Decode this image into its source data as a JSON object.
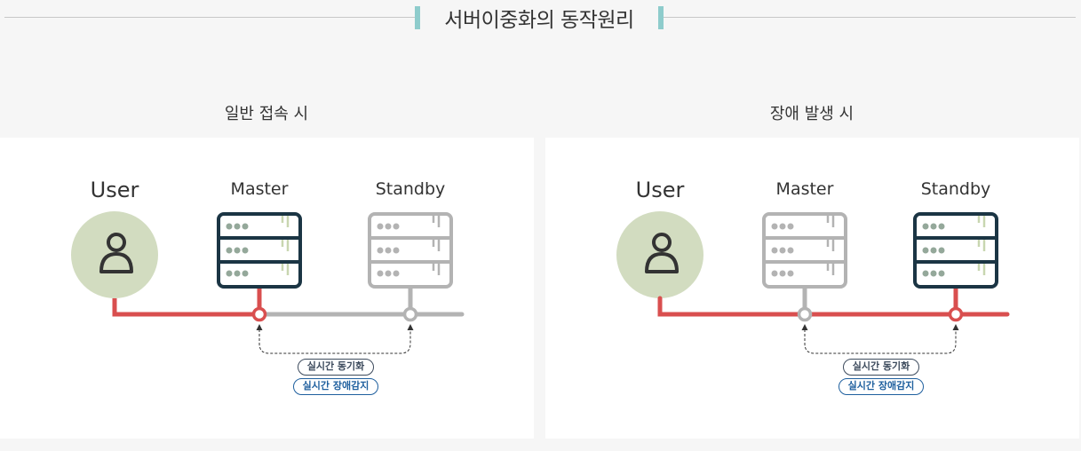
{
  "header": {
    "title": "서버이중화의 동작원리"
  },
  "colors": {
    "accent_bar": "#8ecccc",
    "active_line": "#d94f4f",
    "inactive_line": "#b3b3b3",
    "server_active": "#1b3544",
    "server_inactive": "#b3b3b3",
    "user_circle": "#d2dcc0",
    "pill_sync": "#3c4a5c",
    "pill_detect": "#1e5f9e"
  },
  "scenarios": [
    {
      "title": "일반 접속 시",
      "user_label": "User",
      "master_label": "Master",
      "standby_label": "Standby",
      "active_server": "master",
      "pills": [
        "실시간 동기화",
        "실시간 장애감지"
      ]
    },
    {
      "title": "장애 발생 시",
      "user_label": "User",
      "master_label": "Master",
      "standby_label": "Standby",
      "active_server": "standby",
      "pills": [
        "실시간 동기화",
        "실시간 장애감지"
      ]
    }
  ]
}
